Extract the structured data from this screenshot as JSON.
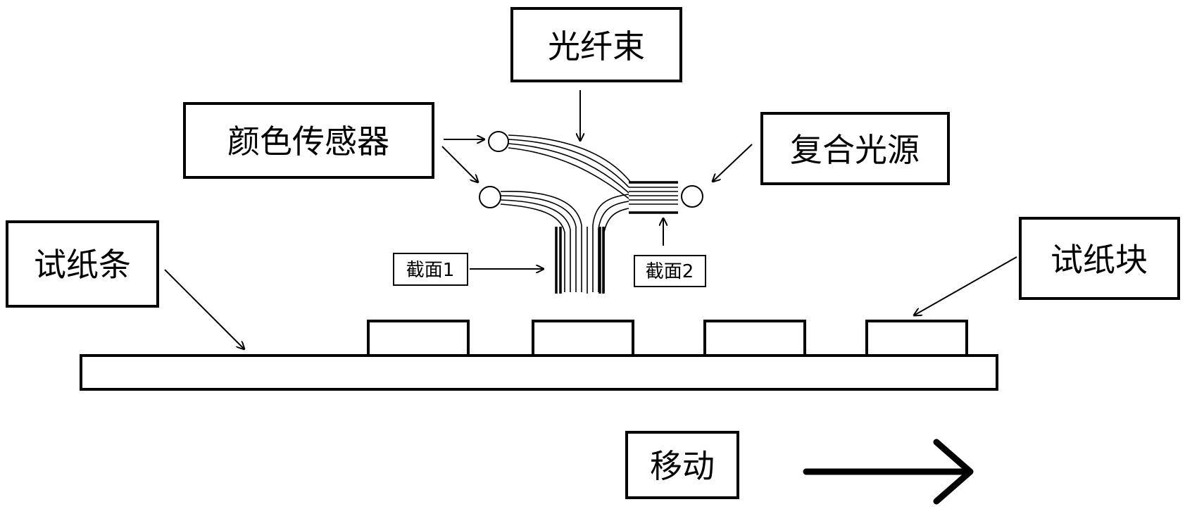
{
  "labels": {
    "fiber_bundle": "光纤束",
    "color_sensor": "颜色传感器",
    "composite_light_source": "复合光源",
    "test_strip": "试纸条",
    "test_block": "试纸块",
    "section_1": "截面1",
    "section_2": "截面2",
    "movement": "移动"
  },
  "colors": {
    "line": "#000000",
    "background": "#ffffff"
  }
}
